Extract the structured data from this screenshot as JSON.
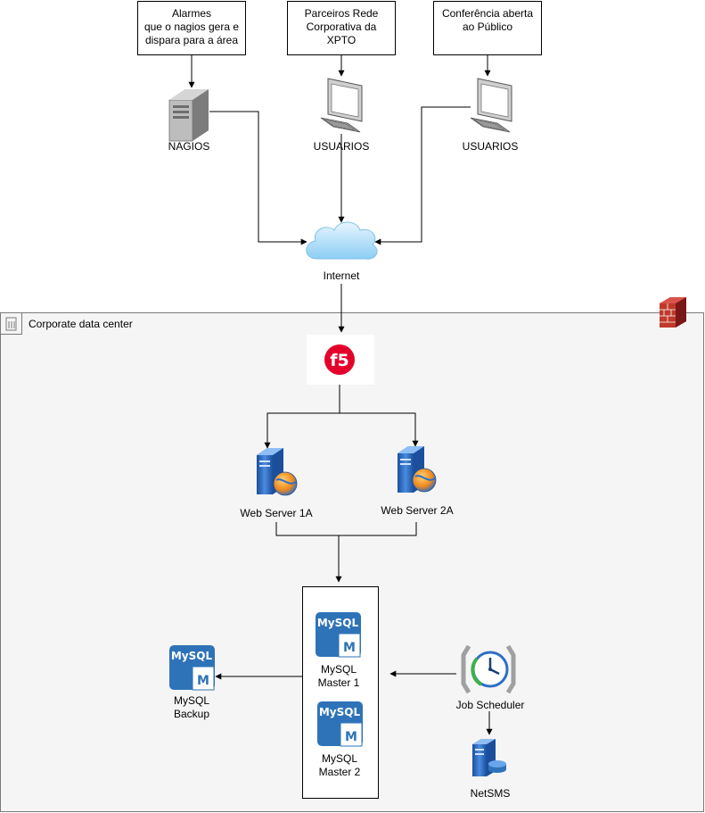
{
  "notes": {
    "alarmes": [
      "Alarmes",
      "que o nagios gera e",
      "dispara para a área"
    ],
    "parceiros": [
      "Parceiros Rede",
      "Corporativa da XPTO"
    ],
    "conferencia": [
      "Conferência aberta",
      "ao Público"
    ]
  },
  "nodes": {
    "nagios": "NAGIOS",
    "usuarios_1": "USUARIOS",
    "usuarios_2": "USUARIOS",
    "internet": "Internet",
    "datacenter": "Corporate data center",
    "web1": "Web Server 1A",
    "web2": "Web Server 2A",
    "mysql_master1": [
      "MySQL",
      "Master 1"
    ],
    "mysql_master2": [
      "MySQL",
      "Master 2"
    ],
    "mysql_backup": [
      "MySQL",
      "Backup"
    ],
    "job_scheduler": "Job Scheduler",
    "netsms": "NetSMS"
  },
  "icons": {
    "mysql_text": "MySQL",
    "mysql_m": "M",
    "f5_text": "f5"
  },
  "colors": {
    "mysql_blue": "#2e73b8",
    "server_blue": "#2f6fc4",
    "firewall_red": "#b22222",
    "cloud_blue": "#a8d8f7",
    "f5_red": "#e4002b"
  }
}
